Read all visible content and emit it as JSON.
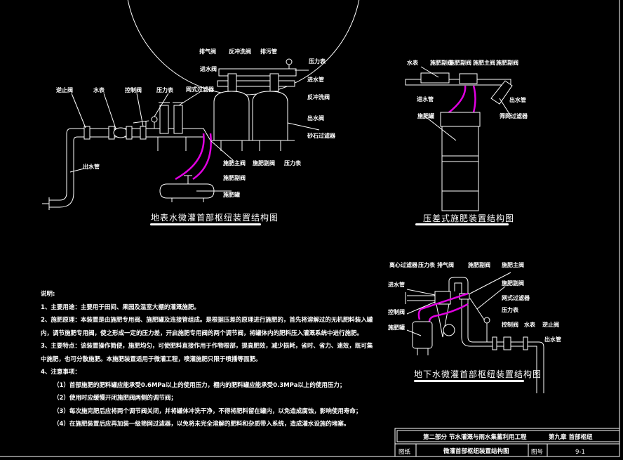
{
  "diagram_surface": {
    "title": "地表水微灌首部枢纽装置结构图",
    "labels": [
      "逆止阀",
      "水表",
      "控制阀",
      "压力表",
      "网式过滤器",
      "排气阀",
      "反冲洗阀",
      "排污管",
      "压力表",
      "进水阀",
      "进水管",
      "反冲洗阀",
      "出水阀",
      "砂石过滤器",
      "施肥主阀",
      "施肥副阀",
      "压力表",
      "施肥副阀",
      "施肥罐",
      "出水管"
    ]
  },
  "diagram_pressure": {
    "title": "压差式施肥装置结构图",
    "labels": [
      "水表",
      "施肥副阀",
      "施肥副阀",
      "施肥主阀",
      "施肥副阀",
      "进水管",
      "出水管",
      "施肥罐",
      "筛网过滤器"
    ]
  },
  "diagram_ground": {
    "title": "地下水微灌首部枢纽装置结构图",
    "labels": [
      "离心过滤器",
      "压力表",
      "排气阀",
      "施肥副阀",
      "施肥主阀",
      "施肥副阀",
      "网式过滤器",
      "压力表",
      "进水管",
      "控制阀",
      "施肥罐",
      "控制阀",
      "水表",
      "逆止阀",
      "出水管"
    ]
  },
  "notes": {
    "heading": "说明:",
    "items": [
      "1、主要用途：主要用于田间、果园及温室大棚的灌溉施肥。",
      "2、施肥原理：本装置是由施肥专用阀、施肥罐及连接管组成。是根据压差的原理进行施肥的，首先将溶解过的无机肥料装入罐",
      "内，调节施肥专用阀，使之形成一定的压力差，开启施肥专用阀的两个调节阀，将罐体内的肥料压入灌溉系统中进行施肥。",
      "3、主要特点：该装置操作简便，施肥均匀，可使肥料直接作用于作物根部，提高肥效，减少损耗，省时、省力、速效，既可集",
      "中施肥，也可分散施肥。本施肥装置适用于微灌工程，喷灌施肥只限于喷播等面肥。",
      "4、注意事项："
    ],
    "subitems": [
      "（1）首部施肥的肥料罐应能承受0.6MPa以上的使用压力，棚内的肥料罐应能承受0.3MPa以上的使用压力；",
      "（2）使用时应缓慢开闭施肥阀两侧的调节阀；",
      "（3）每次施完肥后应将两个调节阀关闭，并将罐体冲洗干净，不得将肥料留在罐内，以免造成腐蚀，影响使用寿命；",
      "（4）在施肥装置后应再加装一级筛网过滤器，以免将未完全溶解的肥料和杂质带入系统，造成灌水设施的堵塞。"
    ]
  },
  "title_block": {
    "part": "第二部分  节水灌溉与雨水集蓄利用工程",
    "chapter": "第九章  首部枢纽",
    "drawing_label": "图纸",
    "drawing_name": "微灌首部枢纽装置结构图",
    "number_label": "图号",
    "number": "9-1"
  },
  "colors": {
    "background": "#000000",
    "line": "#ffffff",
    "hose": "#e000e0"
  }
}
